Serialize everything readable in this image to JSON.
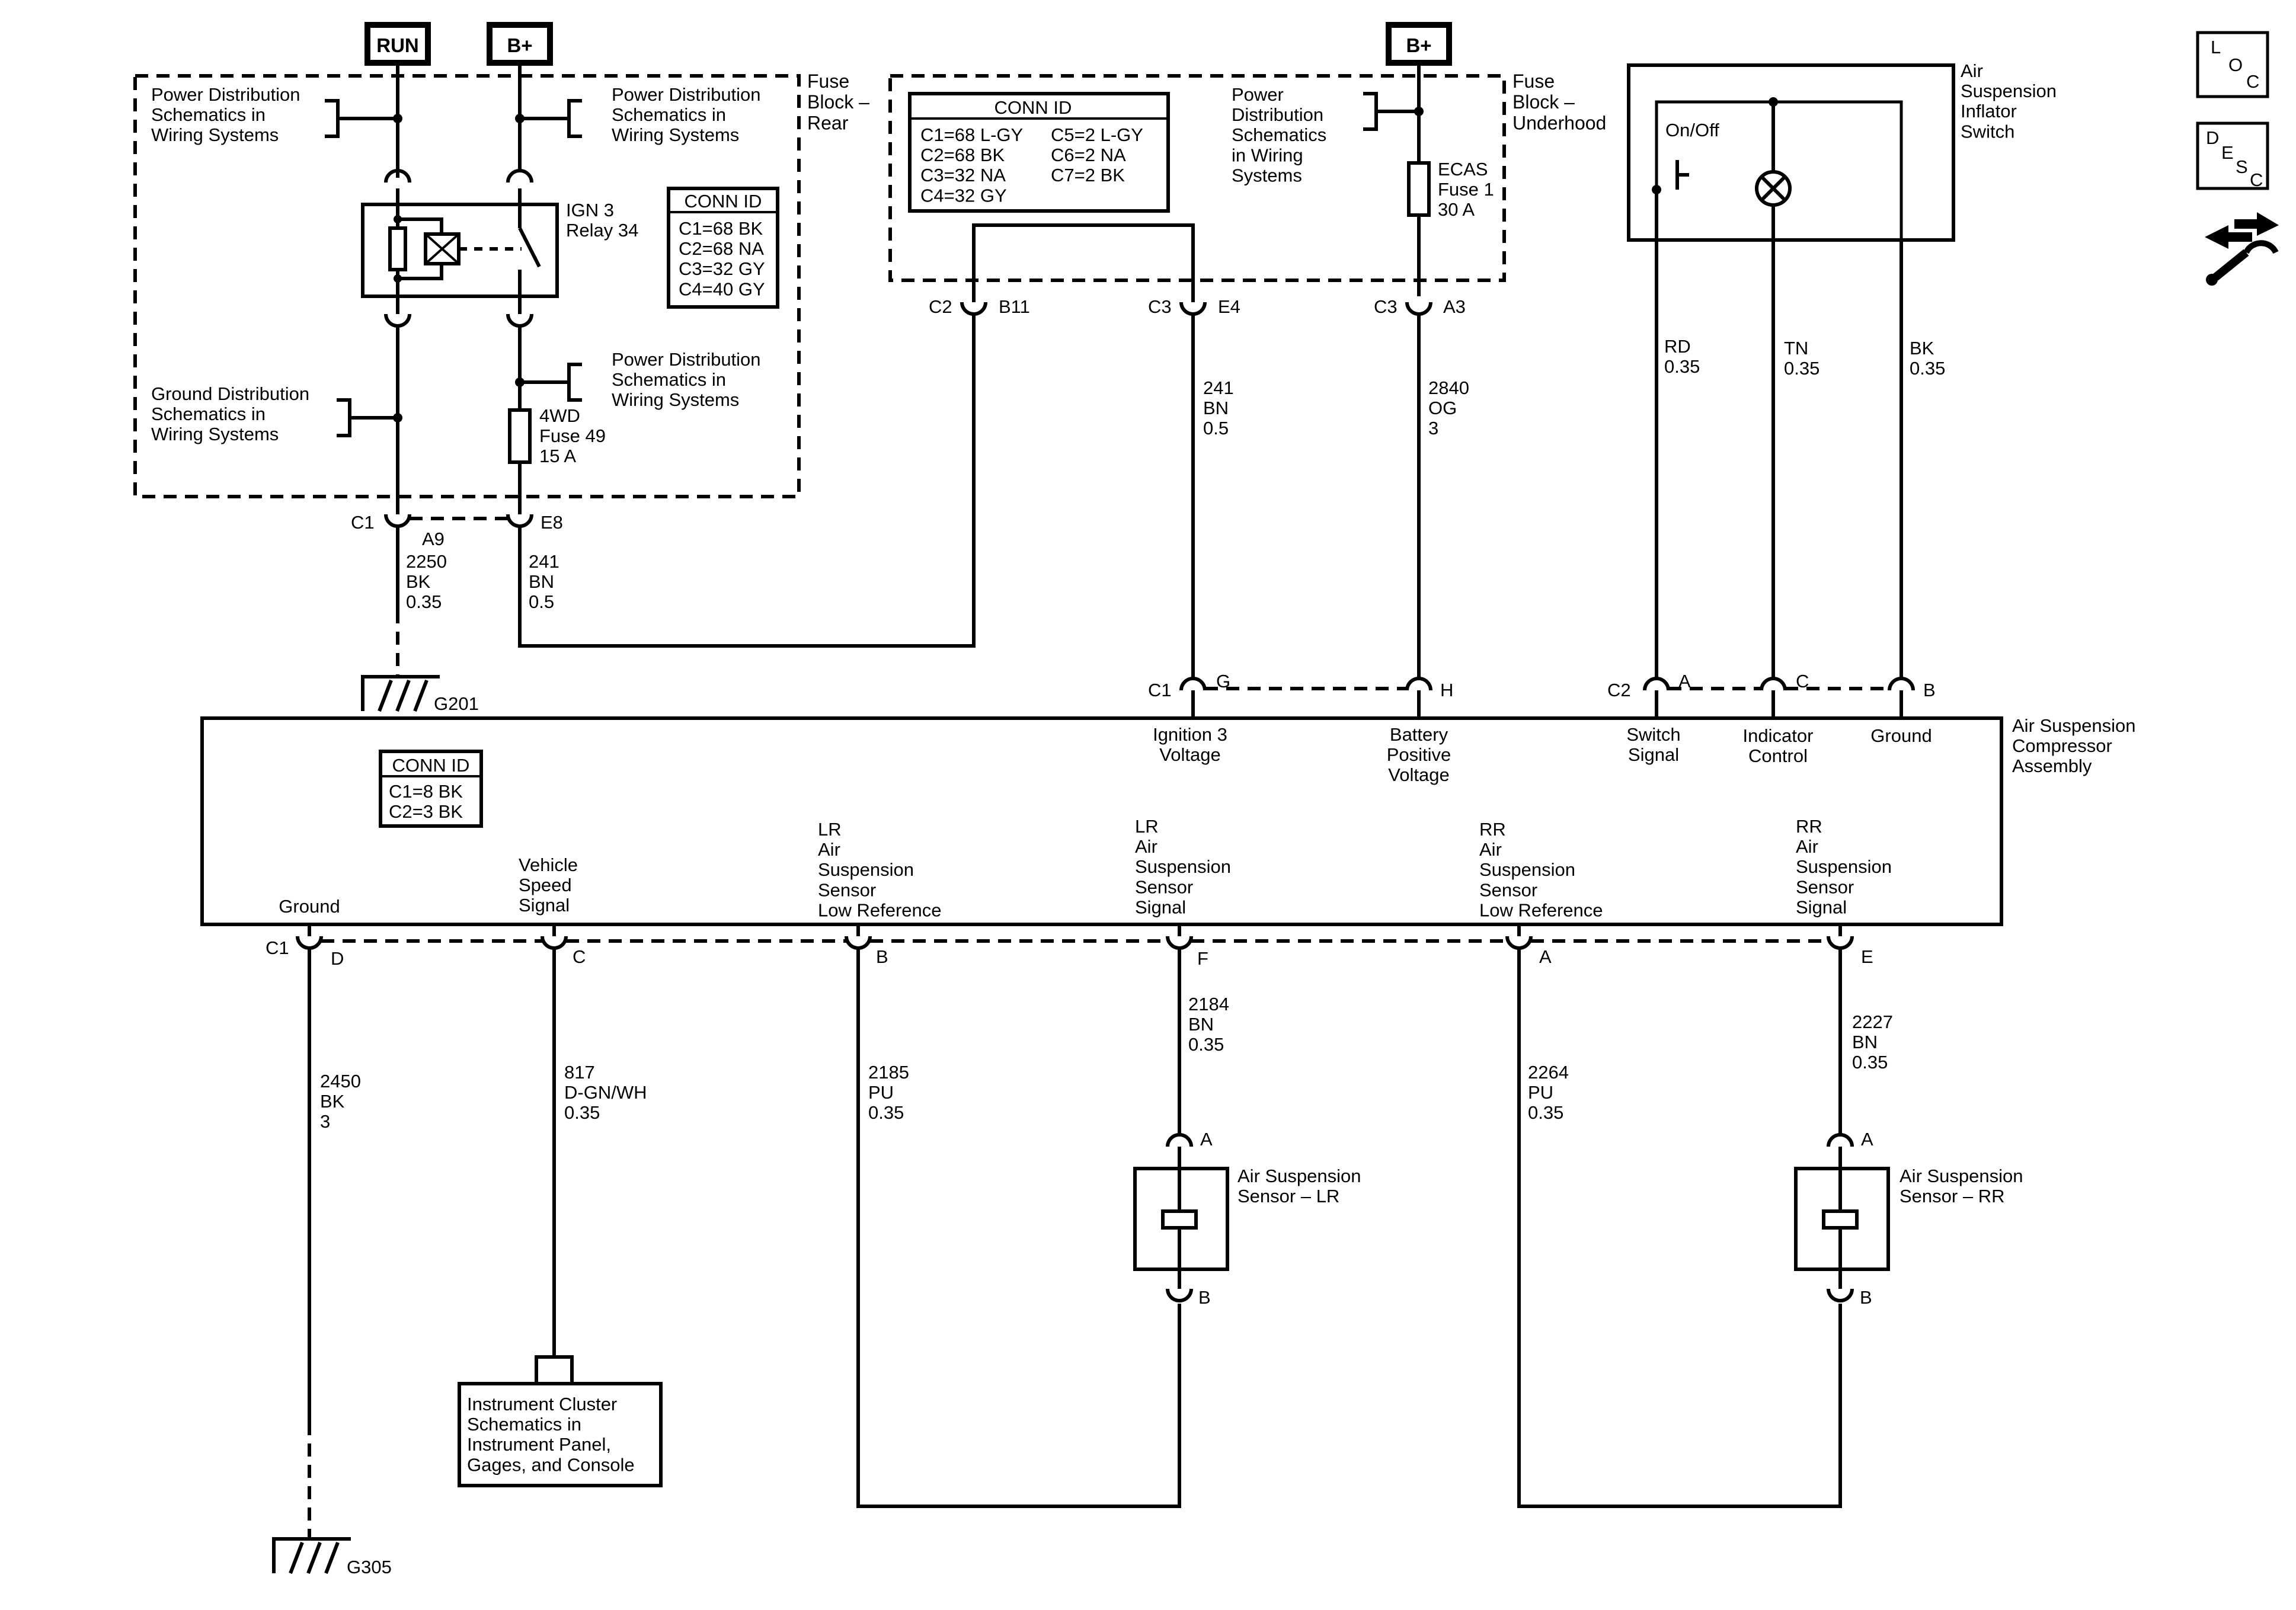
{
  "power": {
    "run": "RUN",
    "bplus_rear": "B+",
    "bplus_underhood": "B+"
  },
  "notes": {
    "pwr_dist_1": [
      "Power Distribution",
      "Schematics in",
      "Wiring Systems"
    ],
    "pwr_dist_2": [
      "Power Distribution",
      "Schematics in",
      "Wiring Systems"
    ],
    "pwr_dist_3": [
      "Power Distribution",
      "Schematics in",
      "Wiring Systems"
    ],
    "pwr_dist_4": [
      "Power",
      "Distribution",
      "Schematics",
      "in Wiring",
      "Systems"
    ],
    "gnd_dist": [
      "Ground Distribution",
      "Schematics in",
      "Wiring Systems"
    ],
    "cluster": [
      "Instrument Cluster",
      "Schematics in",
      "Instrument Panel,",
      "Gages, and Console"
    ]
  },
  "blocks": {
    "fuse_rear": [
      "Fuse",
      "Block –",
      "Rear"
    ],
    "fuse_underhood": [
      "Fuse",
      "Block –",
      "Underhood"
    ],
    "inflator_switch": [
      "Air",
      "Suspension",
      "Inflator",
      "Switch"
    ],
    "compressor": [
      "Air Suspension",
      "Compressor",
      "Assembly"
    ],
    "sensor_lr": [
      "Air Suspension",
      "Sensor – LR"
    ],
    "sensor_rr": [
      "Air Suspension",
      "Sensor – RR"
    ]
  },
  "relay": [
    "IGN 3",
    "Relay 34"
  ],
  "fuses": {
    "fwd": [
      "4WD",
      "Fuse 49",
      "15 A"
    ],
    "ecas": [
      "ECAS",
      "Fuse 1",
      "30 A"
    ]
  },
  "conn_ids": {
    "rear": {
      "title": "CONN ID",
      "lines": [
        "C1=68 BK",
        "C2=68 NA",
        "C3=32 GY",
        "C4=40 GY"
      ]
    },
    "underhood": {
      "title": "CONN ID",
      "col1": [
        "C1=68 L-GY",
        "C2=68 BK",
        "C3=32 NA",
        "C4=32 GY"
      ],
      "col2": [
        "C5=2 L-GY",
        "C6=2 NA",
        "C7=2 BK"
      ]
    },
    "compressor": {
      "title": "CONN ID",
      "lines": [
        "C1=8 BK",
        "C2=3 BK"
      ]
    }
  },
  "connectors": {
    "c1": "C1",
    "a9": "A9",
    "e8": "E8",
    "c2": "C2",
    "b11": "B11",
    "c3a": "C3",
    "e4": "E4",
    "c3b": "C3",
    "a3": "A3",
    "comp_c1": "C1",
    "g": "G",
    "h": "H",
    "comp_c2": "C2",
    "a": "A",
    "c": "C",
    "b": "B",
    "bot_c1": "C1",
    "d": "D",
    "c_bot": "C",
    "b_bot": "B",
    "f": "F",
    "a_bot": "A",
    "e": "E",
    "lr_a": "A",
    "lr_b": "B",
    "rr_a": "A",
    "rr_b": "B"
  },
  "wires": {
    "w2250": [
      "2250",
      "BK",
      "0.35"
    ],
    "w241a": [
      "241",
      "BN",
      "0.5"
    ],
    "w241b": [
      "241",
      "BN",
      "0.5"
    ],
    "w2840": [
      "2840",
      "OG",
      "3"
    ],
    "w_rd": [
      "RD",
      "0.35"
    ],
    "w_tn": [
      "TN",
      "0.35"
    ],
    "w_bk": [
      "BK",
      "0.35"
    ],
    "w2450": [
      "2450",
      "BK",
      "3"
    ],
    "w817": [
      "817",
      "D-GN/WH",
      "0.35"
    ],
    "w2185": [
      "2185",
      "PU",
      "0.35"
    ],
    "w2184": [
      "2184",
      "BN",
      "0.35"
    ],
    "w2264": [
      "2264",
      "PU",
      "0.35"
    ],
    "w2227": [
      "2227",
      "BN",
      "0.35"
    ]
  },
  "pins_top": {
    "ign3": [
      "Ignition 3",
      "Voltage"
    ],
    "batt": [
      "Battery",
      "Positive",
      "Voltage"
    ],
    "switch": [
      "Switch",
      "Signal"
    ],
    "indicator": [
      "Indicator",
      "Control"
    ],
    "ground": [
      "Ground"
    ]
  },
  "pins_bottom": {
    "ground": [
      "Ground"
    ],
    "vss": [
      "Vehicle",
      "Speed",
      "Signal"
    ],
    "lr_low": [
      "LR",
      "Air",
      "Suspension",
      "Sensor",
      "Low Reference"
    ],
    "lr_sig": [
      "LR",
      "Air",
      "Suspension",
      "Sensor",
      "Signal"
    ],
    "rr_low": [
      "RR",
      "Air",
      "Suspension",
      "Sensor",
      "Low Reference"
    ],
    "rr_sig": [
      "RR",
      "Air",
      "Suspension",
      "Sensor",
      "Signal"
    ]
  },
  "switch_label": "On/Off",
  "grounds": {
    "g201": "G201",
    "g305": "G305"
  },
  "side_icons": {
    "loc": [
      "L",
      "O",
      "C"
    ],
    "desc": [
      "D",
      "E",
      "S",
      "C"
    ]
  }
}
